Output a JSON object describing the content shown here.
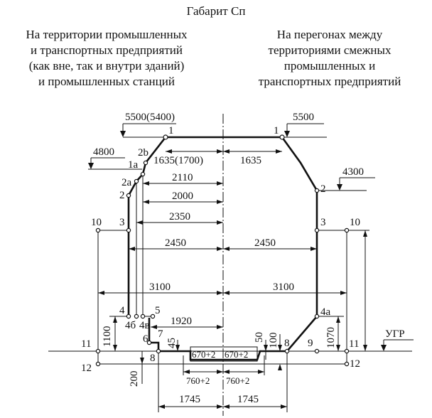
{
  "title": "Габарит Сп",
  "captions": {
    "left": [
      "На территории промышленных",
      "и транспортных предприятий",
      "(как вне, так и внутри зданий)",
      "и промышленных станций"
    ],
    "right": [
      "На перегонах между",
      "территориями смежных",
      "промышленных и",
      "транспортных предприятий"
    ]
  },
  "heights": {
    "h5500_5400": "5500(5400)",
    "h5500": "5500",
    "h4800": "4800",
    "h4300": "4300",
    "h1100": "1100",
    "h1070": "1070",
    "h200": "200",
    "h45": "45",
    "h50": "50",
    "h100": "100"
  },
  "widths": {
    "w1635_1700": "1635(1700)",
    "w1635": "1635",
    "w2110": "2110",
    "w2000": "2000",
    "w2350": "2350",
    "w2450_left": "2450",
    "w2450_right": "2450",
    "w3100_left": "3100",
    "w3100_right": "3100",
    "w1920": "1920",
    "w670_left": "670+2",
    "w670_right": "670+2",
    "w760_left": "760+2",
    "w760_right": "760+2",
    "w1745_left": "1745",
    "w1745_right": "1745"
  },
  "points": {
    "p1_left": "1",
    "p1_right": "1",
    "p1a": "1а",
    "p2b": "2b",
    "p2a": "2а",
    "p2_left": "2",
    "p2_right": "2",
    "p3_left": "3",
    "p3_right": "3",
    "p10_left": "10",
    "p10_right": "10",
    "p4": "4",
    "p4b": "4б",
    "p4v": "4в",
    "p4a": "4а",
    "p5": "5",
    "p6": "6",
    "p7": "7",
    "p8_left": "8",
    "p8_right": "8",
    "p9": "9",
    "p11_left": "11",
    "p11_right": "11",
    "p12_left": "12",
    "p12_right": "12"
  },
  "ugr_label": "УГР"
}
